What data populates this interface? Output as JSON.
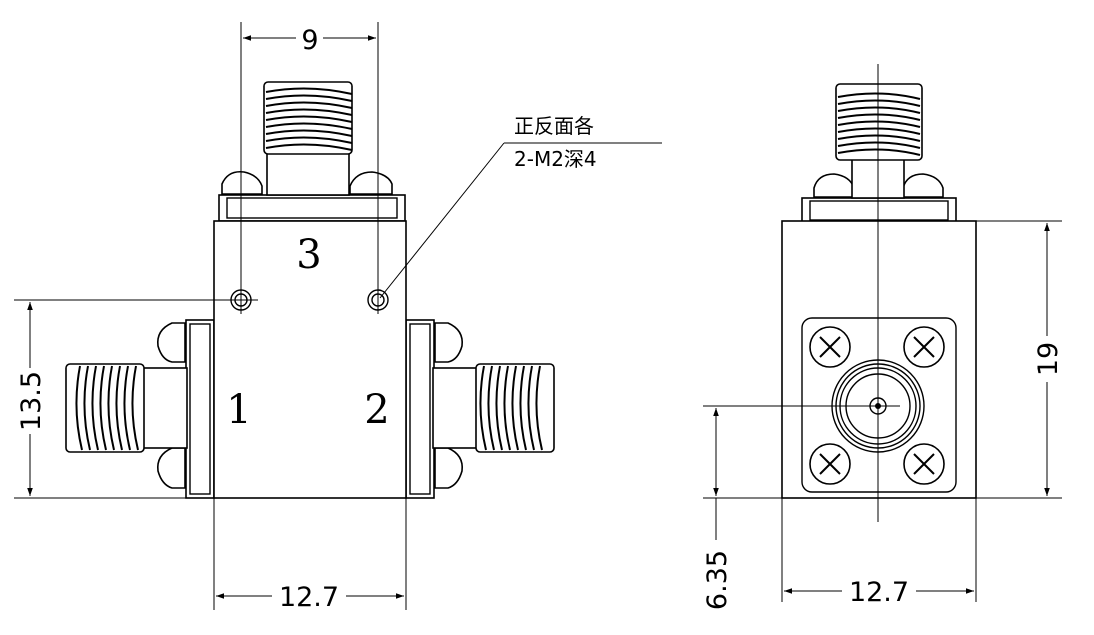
{
  "front_view": {
    "port_labels": [
      "1",
      "2",
      "3"
    ],
    "dimensions": {
      "top_width": "9",
      "left_height": "13.5",
      "bottom_width": "12.7"
    },
    "note_line1": "正反面各",
    "note_line2": "2-M2深4"
  },
  "side_view": {
    "dimensions": {
      "right_height": "19",
      "left_height": "6.35",
      "bottom_width": "12.7"
    }
  },
  "colors": {
    "line": "#000000",
    "background": "#ffffff"
  }
}
